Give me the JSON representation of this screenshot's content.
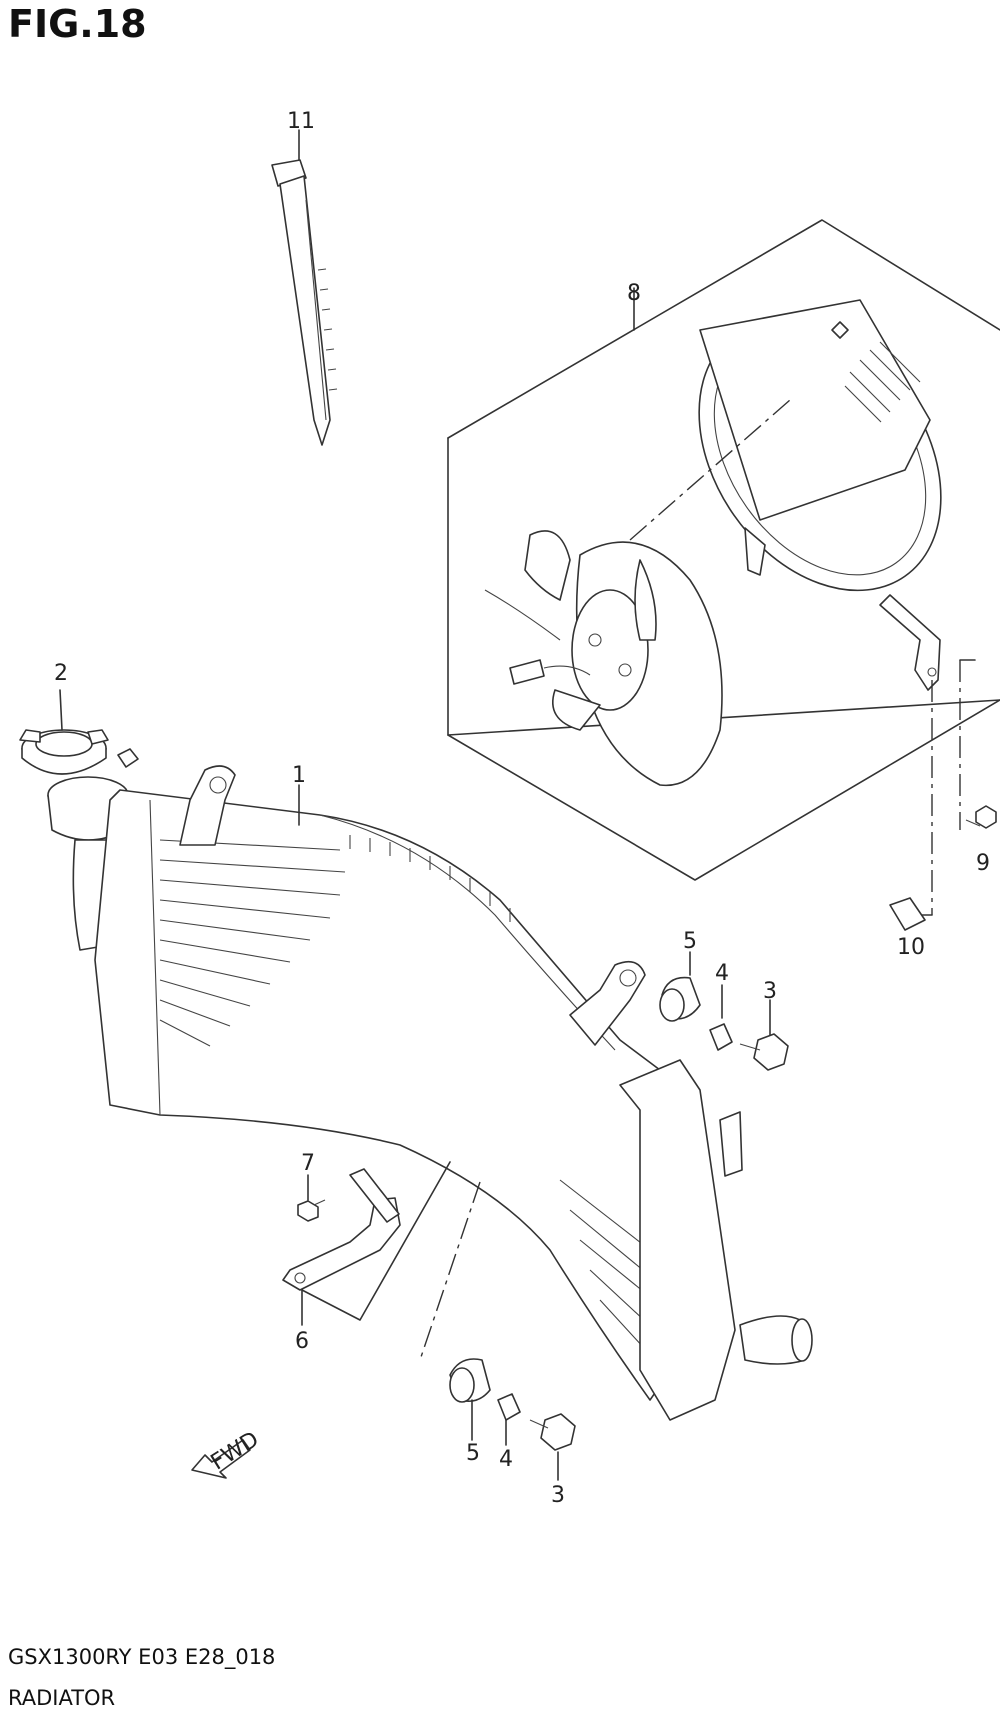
{
  "figure": {
    "title": "FIG.18"
  },
  "footer": {
    "model_code": "GSX1300RY E03 E28_018",
    "part_name": "RADIATOR"
  },
  "fwd_arrow": {
    "label": "FWD"
  },
  "callouts": [
    {
      "id": "c11",
      "label": "11"
    },
    {
      "id": "c8",
      "label": "8"
    },
    {
      "id": "c2",
      "label": "2"
    },
    {
      "id": "c1",
      "label": "1"
    },
    {
      "id": "c9",
      "label": "9"
    },
    {
      "id": "c10",
      "label": "10"
    },
    {
      "id": "c5a",
      "label": "5"
    },
    {
      "id": "c4a",
      "label": "4"
    },
    {
      "id": "c3a",
      "label": "3"
    },
    {
      "id": "c7",
      "label": "7"
    },
    {
      "id": "c6",
      "label": "6"
    },
    {
      "id": "c5b",
      "label": "5"
    },
    {
      "id": "c4b",
      "label": "4"
    },
    {
      "id": "c3b",
      "label": "3"
    }
  ]
}
